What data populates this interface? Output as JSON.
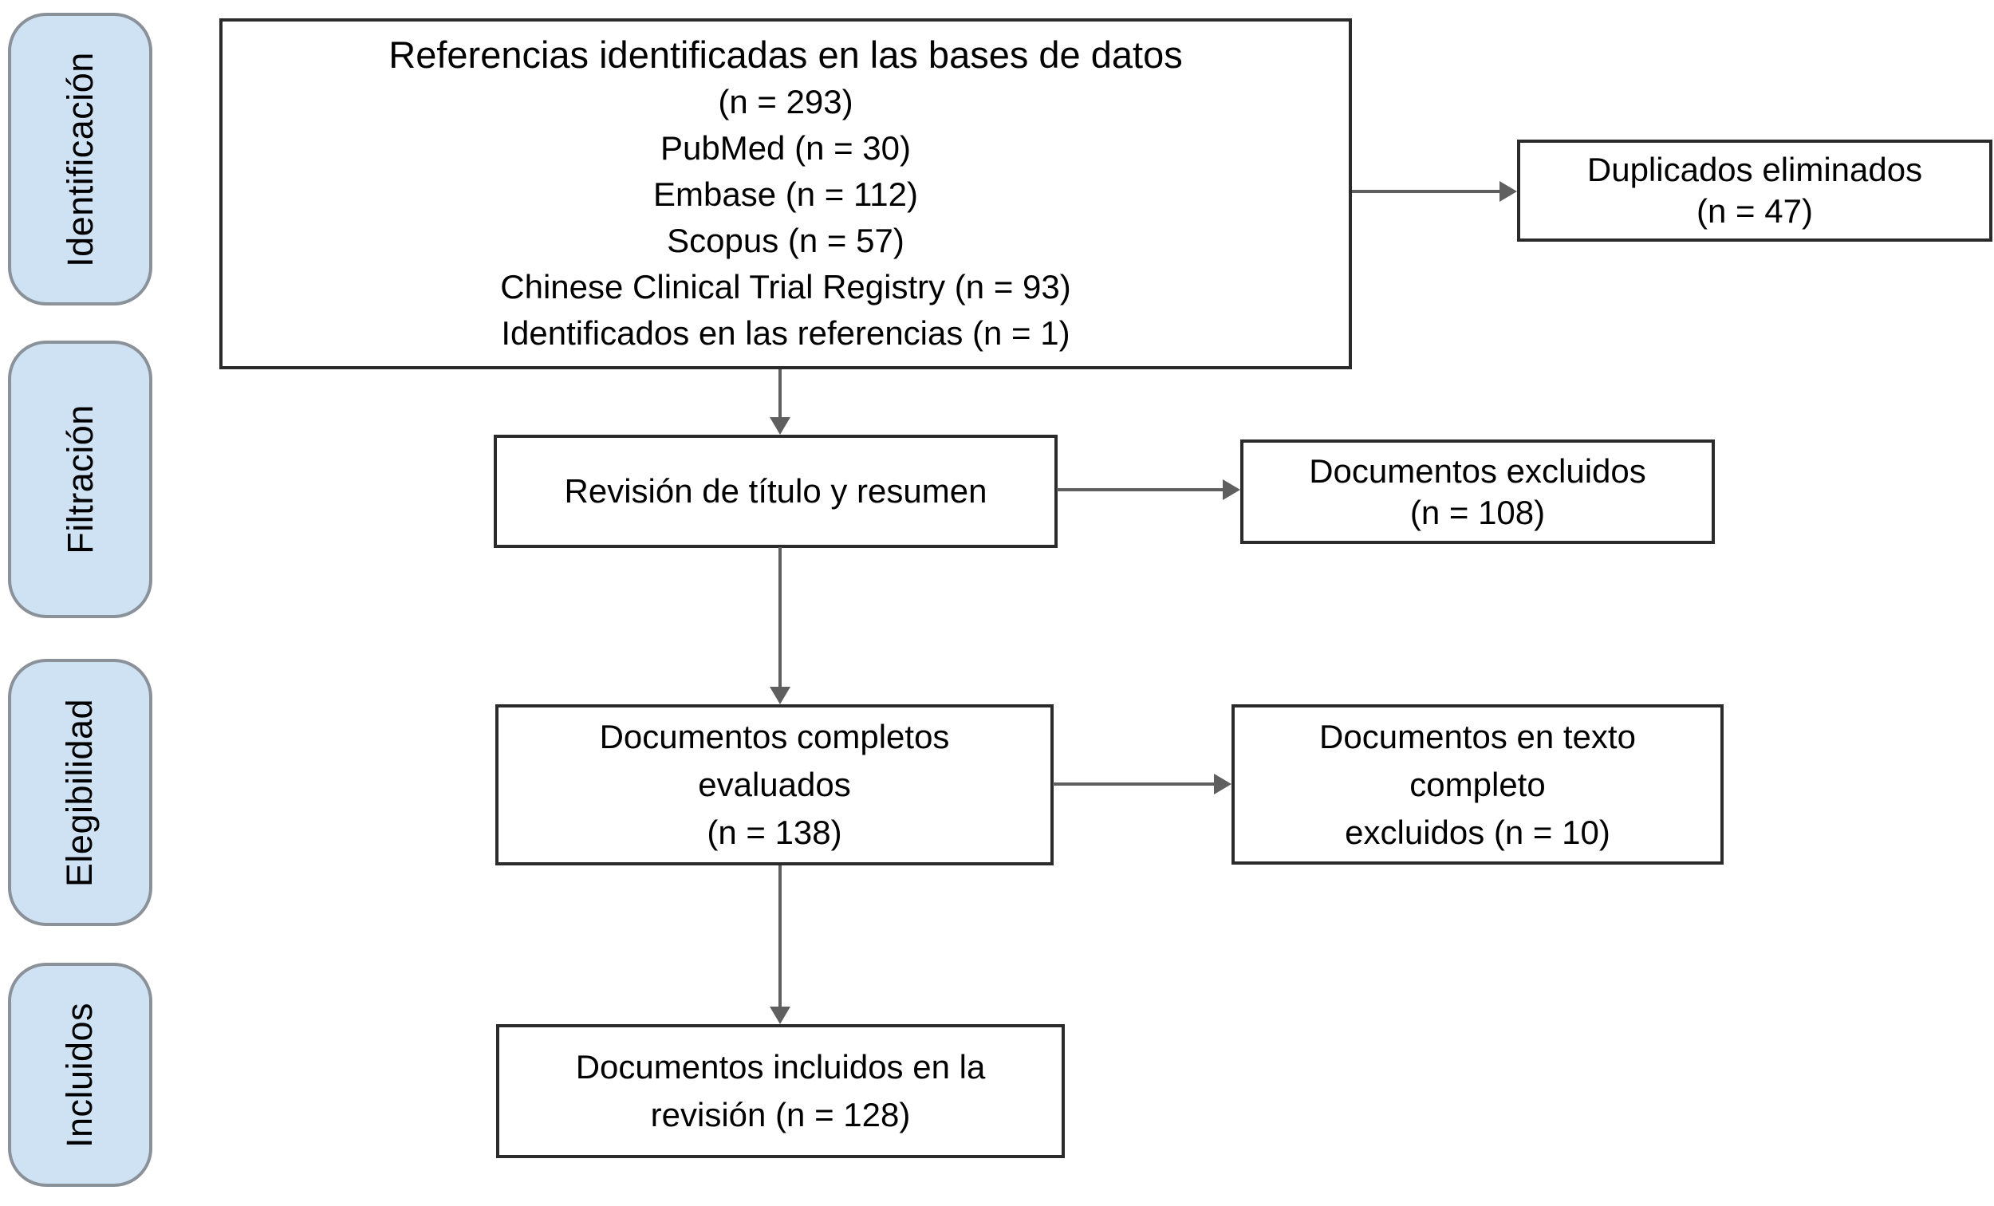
{
  "colors": {
    "stage_fill": "#cfe2f3",
    "stage_border": "#8a9199",
    "box_border": "#2b2b2b",
    "arrow": "#5f5f5f",
    "text": "#000000"
  },
  "stages": [
    {
      "label": "Identificación"
    },
    {
      "label": "Filtración"
    },
    {
      "label": "Elegibilidad"
    },
    {
      "label": "Incluidos"
    }
  ],
  "boxes": {
    "identified": {
      "title": "Referencias identificadas en las bases de datos",
      "lines": [
        "(n = 293)",
        "PubMed (n = 30)",
        "Embase (n = 112)",
        "Scopus (n = 57)",
        "Chinese Clinical Trial Registry (n = 93)",
        "Identificados en las referencias (n = 1)"
      ]
    },
    "duplicates_removed": {
      "lines": [
        "Duplicados eliminados",
        "(n = 47)"
      ]
    },
    "title_abstract_review": {
      "lines": [
        "Revisión de título y resumen"
      ]
    },
    "excluded": {
      "lines": [
        "Documentos excluidos",
        "(n = 108)"
      ]
    },
    "fulltext_assessed": {
      "lines": [
        "Documentos completos",
        "evaluados",
        "(n = 138)"
      ]
    },
    "fulltext_excluded": {
      "lines": [
        "Documentos en texto",
        "completo",
        "excluidos (n = 10)"
      ]
    },
    "included_in_review": {
      "lines": [
        "Documentos incluidos en la",
        "revisión (n = 128)"
      ]
    }
  }
}
